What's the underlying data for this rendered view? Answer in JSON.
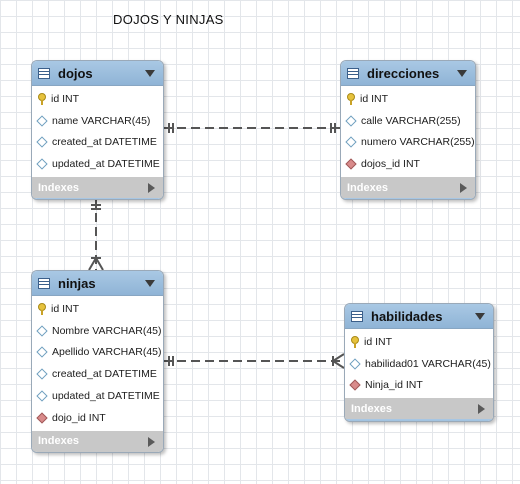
{
  "diagram": {
    "title": "DOJOS  Y  NINJAS",
    "indexes_label": "Indexes",
    "tables": [
      {
        "name": "dojos",
        "columns": [
          {
            "label": "id INT",
            "kind": "key"
          },
          {
            "label": "name VARCHAR(45)",
            "kind": "column"
          },
          {
            "label": "created_at DATETIME",
            "kind": "column"
          },
          {
            "label": "updated_at DATETIME",
            "kind": "column"
          }
        ]
      },
      {
        "name": "direcciones",
        "columns": [
          {
            "label": "id INT",
            "kind": "key"
          },
          {
            "label": "calle VARCHAR(255)",
            "kind": "column"
          },
          {
            "label": "numero VARCHAR(255)",
            "kind": "column"
          },
          {
            "label": "dojos_id INT",
            "kind": "foreign-key"
          }
        ]
      },
      {
        "name": "ninjas",
        "columns": [
          {
            "label": "id INT",
            "kind": "key"
          },
          {
            "label": "Nombre VARCHAR(45)",
            "kind": "column"
          },
          {
            "label": "Apellido VARCHAR(45)",
            "kind": "column"
          },
          {
            "label": "created_at DATETIME",
            "kind": "column"
          },
          {
            "label": "updated_at DATETIME",
            "kind": "column"
          },
          {
            "label": "dojo_id INT",
            "kind": "foreign-key"
          }
        ]
      },
      {
        "name": "habilidades",
        "columns": [
          {
            "label": "id INT",
            "kind": "key"
          },
          {
            "label": "habilidad01 VARCHAR(45)",
            "kind": "column"
          },
          {
            "label": "Ninja_id INT",
            "kind": "foreign-key"
          }
        ]
      }
    ],
    "relationships": [
      {
        "from": "dojos",
        "to": "direcciones",
        "type": "one-to-one"
      },
      {
        "from": "dojos",
        "to": "ninjas",
        "type": "one-to-many"
      },
      {
        "from": "ninjas",
        "to": "habilidades",
        "type": "one-to-many"
      }
    ],
    "colors": {
      "header": "#9fc0e0",
      "indexes": "#c8c8c8",
      "connector": "#555555",
      "key": "#e6c23d",
      "foreign_key": "#d98b8b"
    }
  }
}
